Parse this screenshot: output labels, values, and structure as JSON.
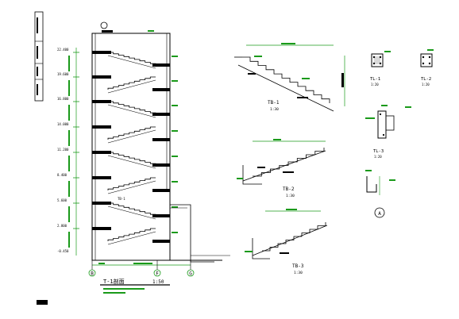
{
  "drawing": {
    "section_title": "T-1剖面",
    "section_scale": "1:50",
    "axis_labels": [
      "B",
      "F",
      "G"
    ],
    "details": [
      {
        "label": "TB-1",
        "scale": "1:30"
      },
      {
        "label": "TB-2",
        "scale": "1:30"
      },
      {
        "label": "TB-3",
        "scale": "1:30"
      }
    ],
    "beams": [
      {
        "label": "TL-1",
        "scale": "1:20"
      },
      {
        "label": "TL-2",
        "scale": "1:20"
      },
      {
        "label": "TL-3",
        "scale": "1:20"
      }
    ],
    "section_marker": "A",
    "level_labels": [
      "2.800",
      "5.600",
      "8.400",
      "11.200",
      "14.000",
      "16.800",
      "19.600",
      "22.400",
      "-0.450"
    ],
    "flight_label": "TB-1",
    "colors": {
      "line": "#000000",
      "dimension": "#1a9a1a",
      "background": "#ffffff"
    }
  }
}
